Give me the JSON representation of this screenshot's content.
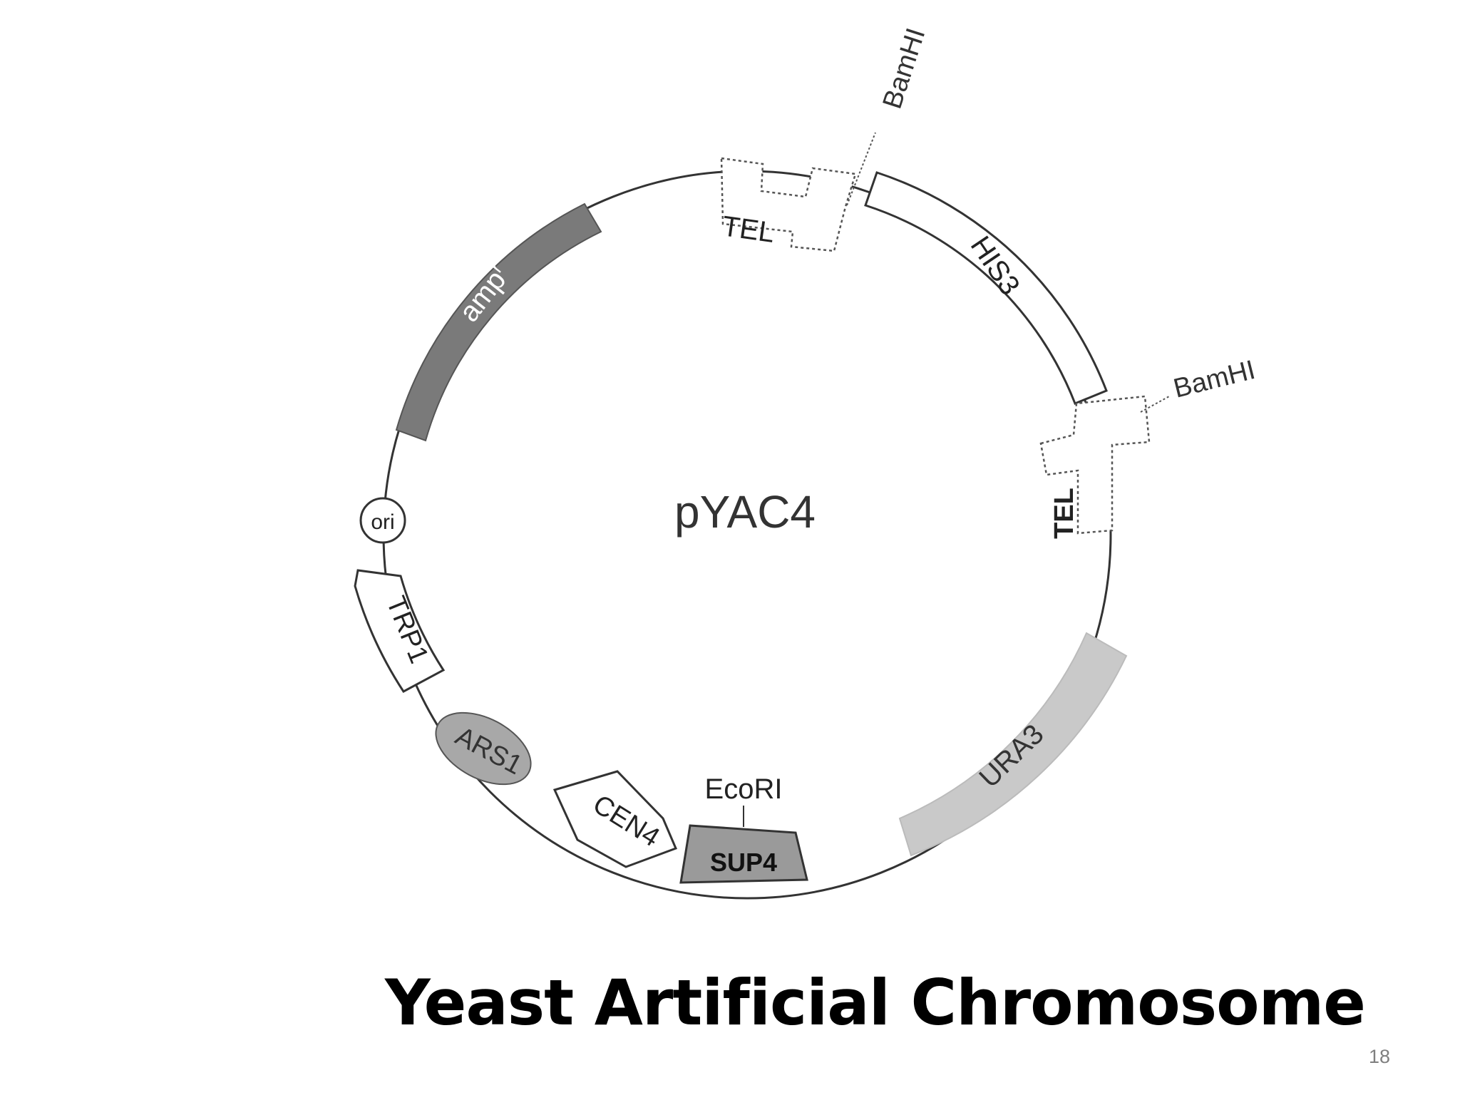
{
  "diagram": {
    "center_label": "pYAC4",
    "features": {
      "ampr": "amp",
      "ampr_sup": "r",
      "tel_top": "TEL",
      "his3": "HIS3",
      "tel_right": "TEL",
      "ura3": "URA3",
      "sup4": "SUP4",
      "cen4": "CEN4",
      "ars1": "ARS1",
      "trp1": "TRP1",
      "ori": "ori"
    },
    "sites": {
      "bamhi_top": "BamHI",
      "bamhi_right": "BamHI",
      "ecori": "EcoRI"
    }
  },
  "slide": {
    "title": "Yeast Artificial Chromosome",
    "page_number": "18"
  },
  "colors": {
    "ampr_fill": "#7a7a7a",
    "ura3_fill": "#c9c9c9",
    "sup4_fill": "#9a9a9a",
    "ars1_fill": "#a8a8a8",
    "outline": "#333333"
  }
}
